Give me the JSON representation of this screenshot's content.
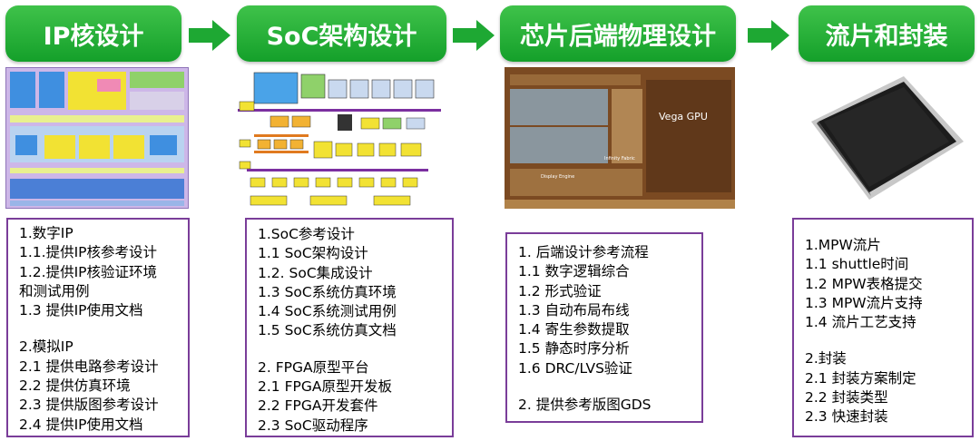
{
  "stages": [
    {
      "title": "IP核设计"
    },
    {
      "title": "SoC架构设计"
    },
    {
      "title": "芯片后端物理设计"
    },
    {
      "title": "流片和封装"
    }
  ],
  "colors": {
    "stage_green": "#1ea833",
    "arrow_green": "#1ea833",
    "box_border": "#7a3d99"
  },
  "boxes": [
    {
      "group1": [
        "1.数字IP",
        "1.1.提供IP核参考设计",
        "1.2.提供IP核验证环境",
        "和测试用例",
        "1.3 提供IP使用文档"
      ],
      "group2": [
        "2.模拟IP",
        "2.1 提供电路参考设计",
        "2.2 提供仿真环境",
        "2.3 提供版图参考设计",
        "2.4 提供IP使用文档"
      ]
    },
    {
      "group1": [
        "1.SoC参考设计",
        "1.1 SoC架构设计",
        "1.2. SoC集成设计",
        "1.3 SoC系统仿真环境",
        "1.4 SoC系统测试用例",
        "1.5 SoC系统仿真文档"
      ],
      "group2": [
        "2. FPGA原型平台",
        "2.1 FPGA原型开发板",
        "2.2 FPGA开发套件",
        "2.3 SoC驱动程序"
      ]
    },
    {
      "group1": [
        "1. 后端设计参考流程",
        "1.1 数字逻辑综合",
        "1.2 形式验证",
        "1.3 自动布局布线",
        "1.4 寄生参数提取",
        "1.5 静态时序分析",
        "1.6 DRC/LVS验证"
      ],
      "group2": [
        "2. 提供参考版图GDS"
      ]
    },
    {
      "group1": [
        "1.MPW流片",
        "1.1 shuttle时间",
        "1.2 MPW表格提交",
        "1.3 MPW流片支持",
        "1.4 流片工艺支持"
      ],
      "group2": [
        "2.封装",
        "2.1 封装方案制定",
        "2.2 封装类型",
        "2.3 快速封装"
      ]
    }
  ],
  "images": {
    "die_labels": [
      "Vega GPU",
      "Display Engine",
      "Infinity Fabric"
    ]
  }
}
